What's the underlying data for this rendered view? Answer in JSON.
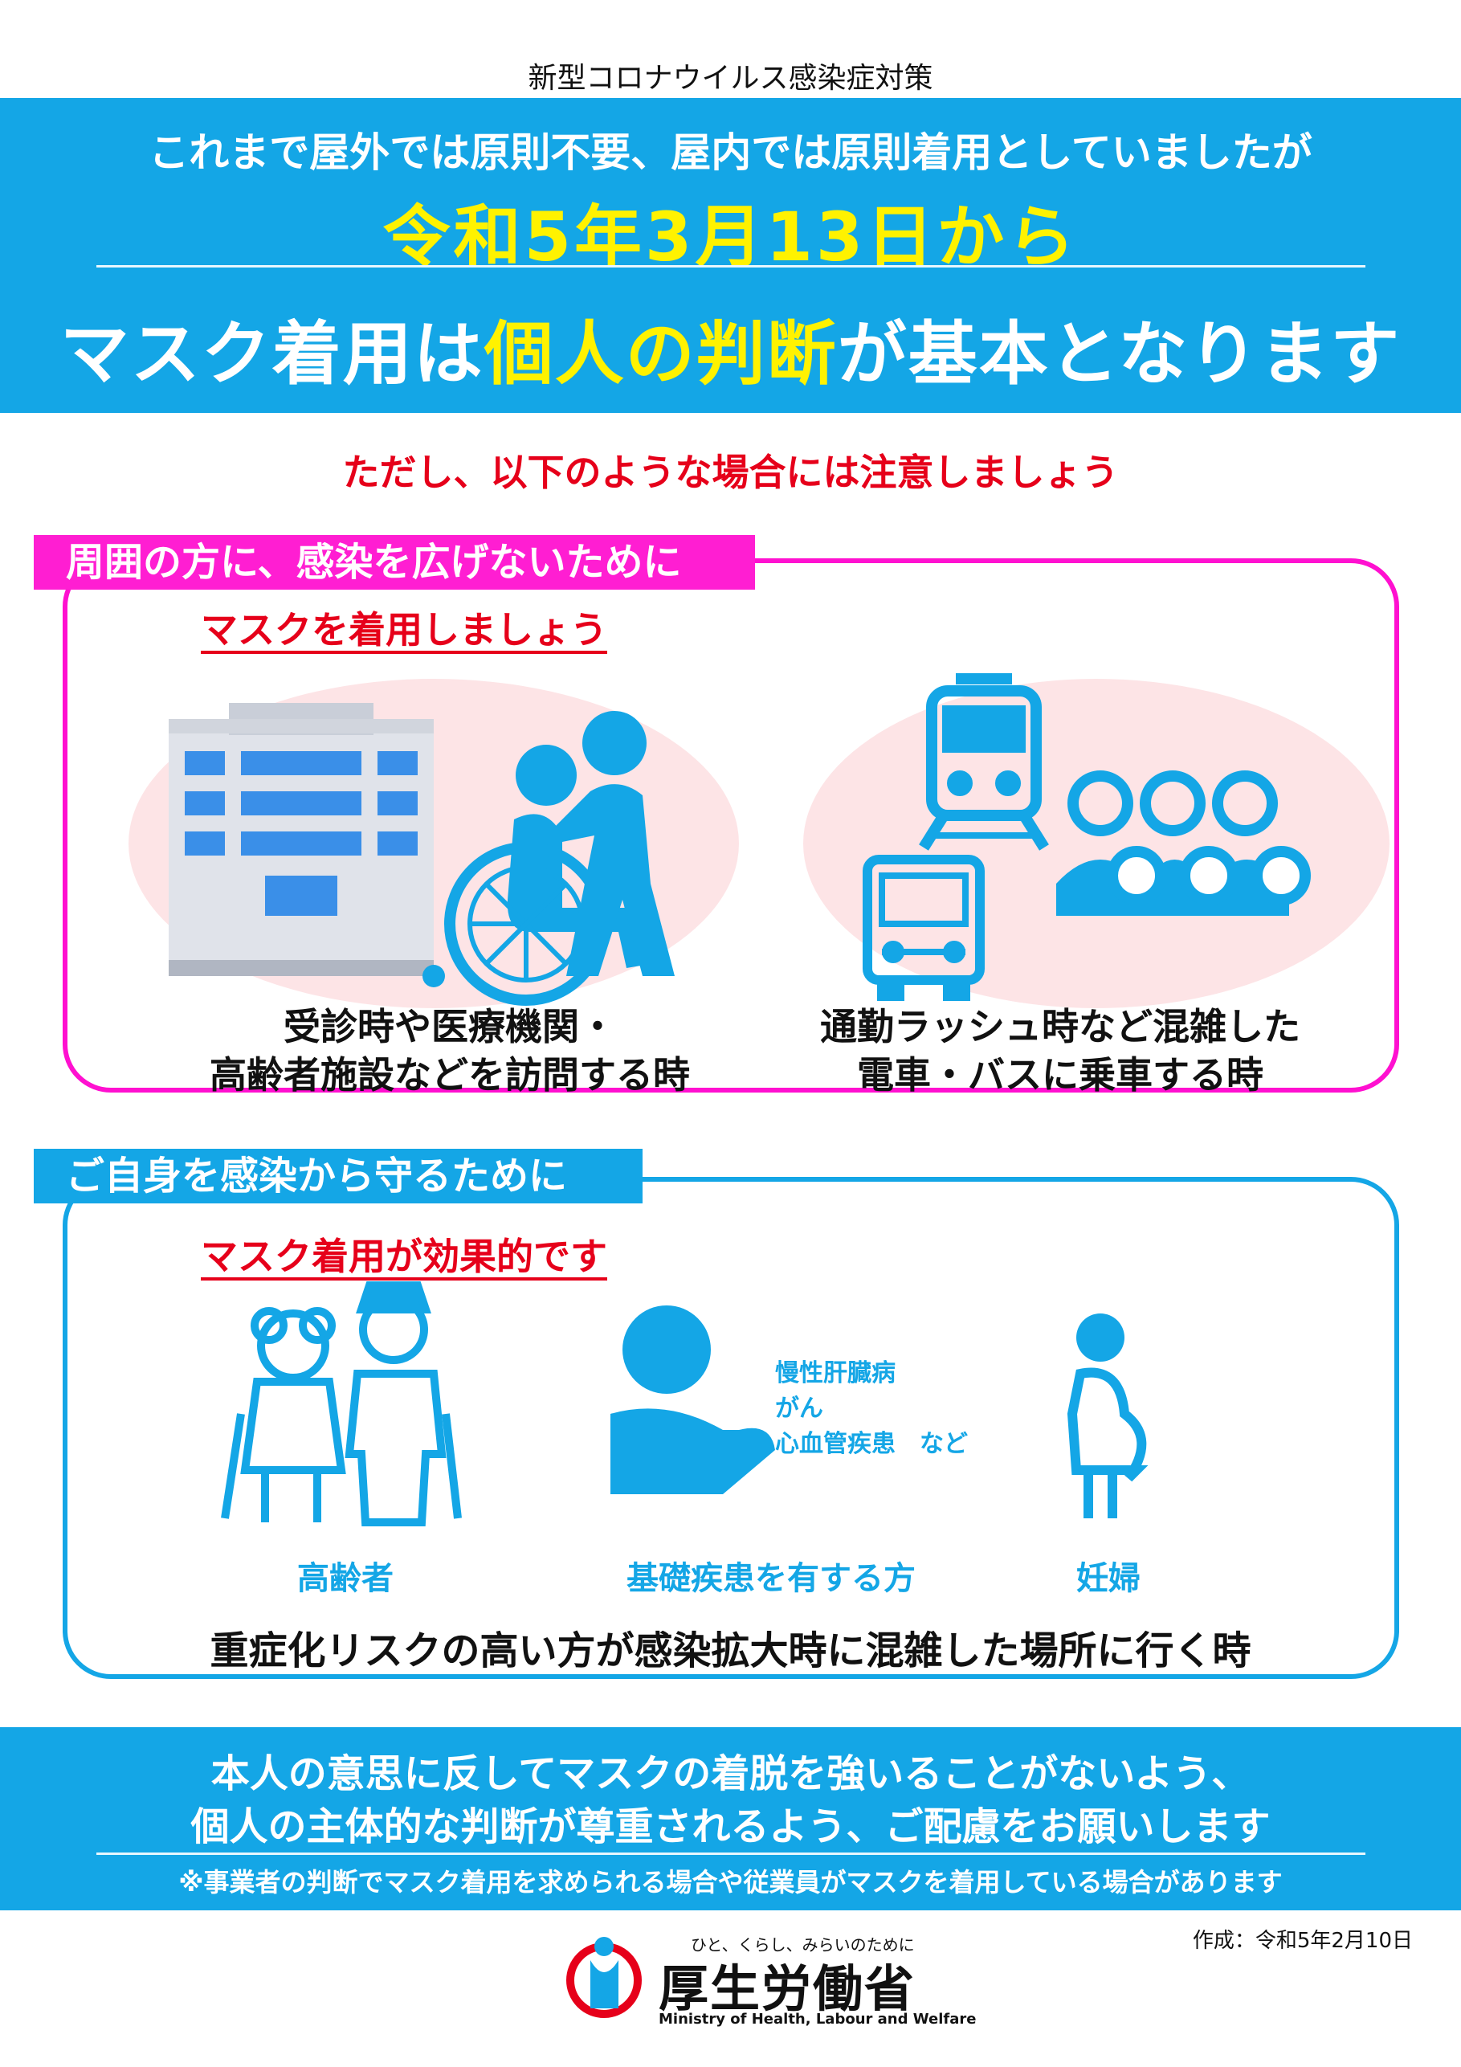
{
  "top_caption": "新型コロナウイルス感染症対策",
  "header": {
    "line1": "これまで屋外では原則不要、屋内では原則着用としていましたが",
    "date": "令和5年3月13日から",
    "main_pre": "マスク着用は",
    "main_highlight": "個人の判断",
    "main_post": "が基本となります"
  },
  "caution": "ただし、以下のような場合には注意しましょう",
  "section1": {
    "tab": "周囲の方に、感染を広げないために",
    "subtitle": "マスクを着用しましょう",
    "medical_line1": "受診時や医療機関・",
    "medical_line2": "高齢者施設などを訪問する時",
    "transit_line1": "通勤ラッシュ時など混雑した",
    "transit_line2": "電車・バスに乗車する時"
  },
  "section2": {
    "tab": "ご自身を感染から守るために",
    "subtitle": "マスク着用が効果的です",
    "elderly": "高齢者",
    "underlying": "基礎疾患を有する方",
    "pregnant": "妊婦",
    "disease1": "慢性肝臓病",
    "disease2": "がん",
    "disease3": "心血管疾患　など",
    "risk": "重症化リスクの高い方が感染拡大時に混雑した場所に行く時"
  },
  "footer": {
    "line1": "本人の意思に反してマスクの着脱を強いることがないよう、",
    "line2": "個人の主体的な判断が尊重されるよう、ご配慮をお願いします",
    "note": "※事業者の判断でマスク着用を求められる場合や従業員がマスクを着用している場合があります"
  },
  "created": "作成：令和5年2月10日",
  "logo": {
    "tagline": "ひと、くらし、みらいのために",
    "name": "厚生労働省",
    "english": "Ministry of Health, Labour and Welfare"
  },
  "colors": {
    "blue": "#14a6e6",
    "yellow": "#fff200",
    "magenta": "#ff1ed2",
    "red": "#e6001a",
    "pink_bg": "#fde4e6"
  },
  "icons": [
    "hospital-icon",
    "wheelchair-icon",
    "train-icon",
    "bus-icon",
    "crowd-icon",
    "elderly-couple-icon",
    "patient-icon",
    "pregnant-woman-icon",
    "mhlw-logo-icon"
  ]
}
